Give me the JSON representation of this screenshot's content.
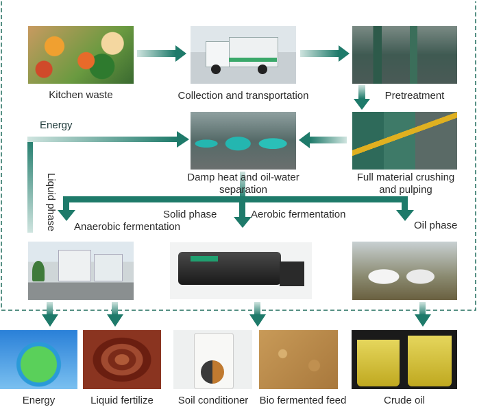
{
  "process": {
    "kitchen_waste": "Kitchen waste",
    "collection": "Collection and transportation",
    "pretreatment": "Pretreatment",
    "crushing": "Full material crushing and pulping",
    "damp_heat": "Damp heat and oil-water separation",
    "energy_loop": "Energy",
    "liquid_phase": "Liquid phase",
    "solid_phase": "Solid phase",
    "anaerobic": "Anaerobic fermentation",
    "aerobic": "Aerobic fermentation",
    "oil_phase": "Oil phase"
  },
  "outputs": {
    "energy": "Energy",
    "liquid_fertilize": "Liquid fertilize",
    "soil_conditioner": "Soil conditioner",
    "bio_feed": "Bio fermented feed",
    "crude_oil": "Crude oil"
  },
  "colors": {
    "arrow_dark": "#1e7a6a",
    "arrow_light": "#cfe4df",
    "dashed_border": "#1f6b5c"
  }
}
